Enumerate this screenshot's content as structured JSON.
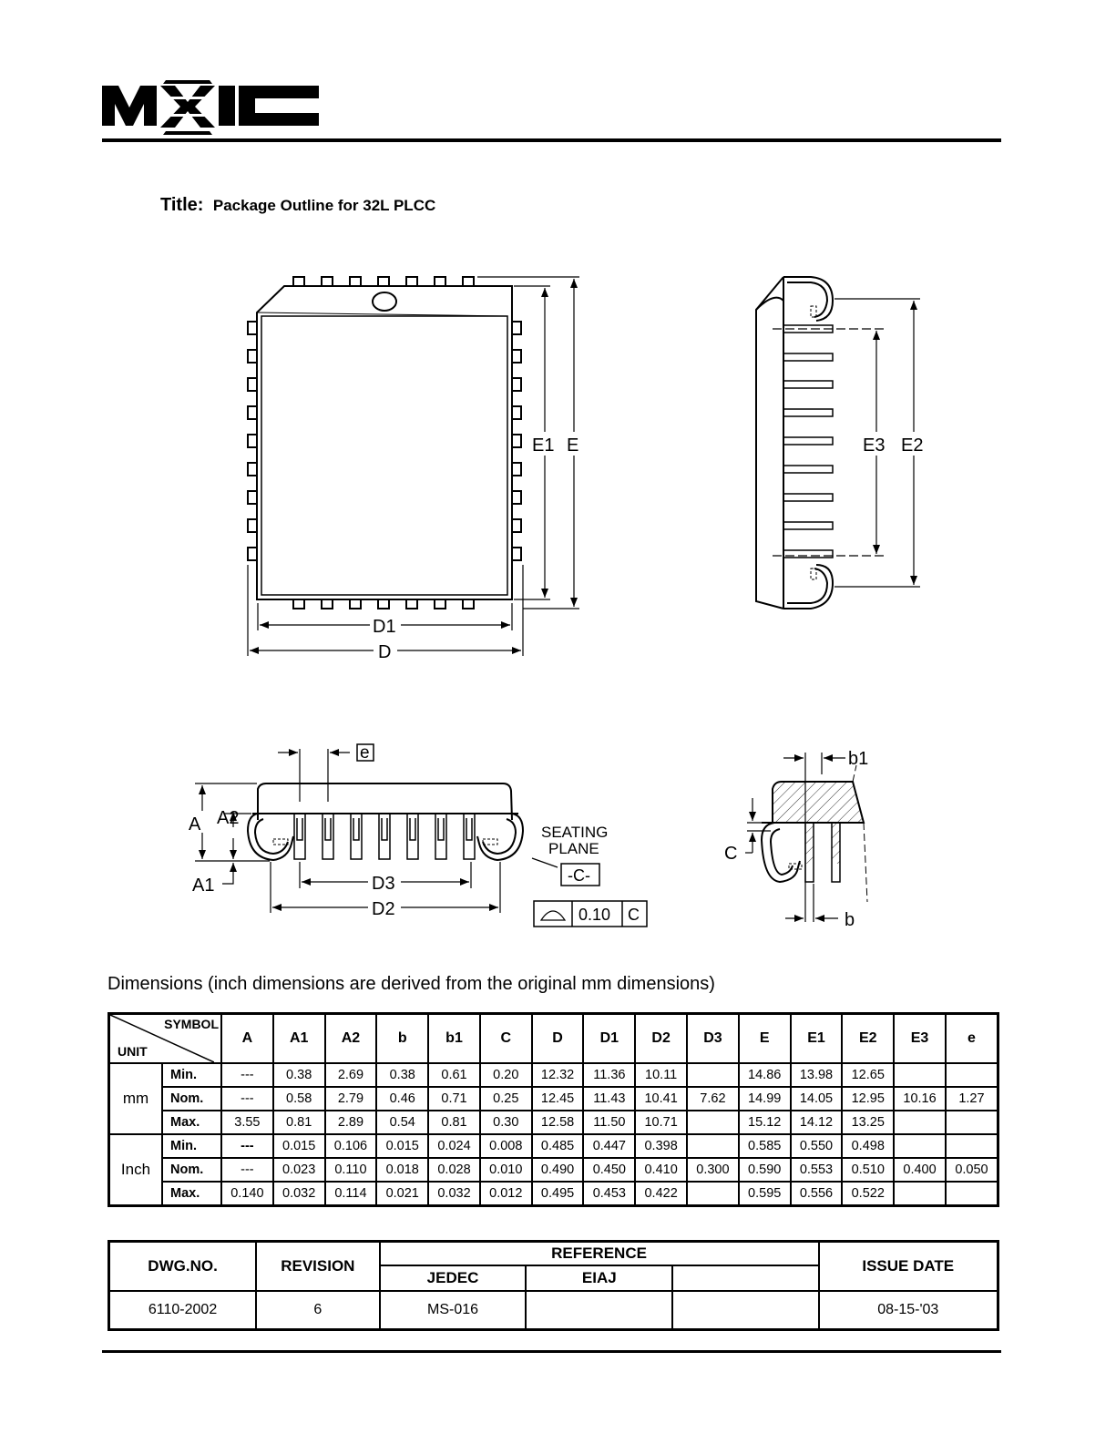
{
  "header": {
    "logo_text": "MXIC"
  },
  "title": {
    "label": "Title:",
    "text": "Package Outline for  32L PLCC"
  },
  "drawing": {
    "labels": {
      "E1": "E1",
      "E": "E",
      "D1": "D1",
      "D": "D",
      "E3": "E3",
      "E2": "E2",
      "e": "e",
      "A": "A",
      "A2": "A2",
      "A1": "A1",
      "D3": "D3",
      "D2": "D2",
      "seating1": "SEATING",
      "seating2": "PLANE",
      "datum": "-C-",
      "flatness": "0.10",
      "flat_ref": "C",
      "b1": "b1",
      "b": "b",
      "C": "C"
    }
  },
  "dimensions_note": "Dimensions (inch dimensions are derived from the original mm dimensions)",
  "dims_table": {
    "symbol_header": "SYMBOL",
    "unit_header": "UNIT",
    "columns": [
      "A",
      "A1",
      "A2",
      "b",
      "b1",
      "C",
      "D",
      "D1",
      "D2",
      "D3",
      "E",
      "E1",
      "E2",
      "E3",
      "e"
    ],
    "groups": [
      {
        "unit": "mm",
        "rows": [
          {
            "label": "Min.",
            "values": [
              "---",
              "0.38",
              "2.69",
              "0.38",
              "0.61",
              "0.20",
              "12.32",
              "11.36",
              "10.11",
              "",
              "14.86",
              "13.98",
              "12.65",
              "",
              ""
            ]
          },
          {
            "label": "Nom.",
            "values": [
              "---",
              "0.58",
              "2.79",
              "0.46",
              "0.71",
              "0.25",
              "12.45",
              "11.43",
              "10.41",
              "7.62",
              "14.99",
              "14.05",
              "12.95",
              "10.16",
              "1.27"
            ]
          },
          {
            "label": "Max.",
            "values": [
              "3.55",
              "0.81",
              "2.89",
              "0.54",
              "0.81",
              "0.30",
              "12.58",
              "11.50",
              "10.71",
              "",
              "15.12",
              "14.12",
              "13.25",
              "",
              ""
            ]
          }
        ]
      },
      {
        "unit": "Inch",
        "rows": [
          {
            "label": "Min.",
            "values": [
              "---",
              "0.015",
              "0.106",
              "0.015",
              "0.024",
              "0.008",
              "0.485",
              "0.447",
              "0.398",
              "",
              "0.585",
              "0.550",
              "0.498",
              "",
              ""
            ]
          },
          {
            "label": "Nom.",
            "values": [
              "---",
              "0.023",
              "0.110",
              "0.018",
              "0.028",
              "0.010",
              "0.490",
              "0.450",
              "0.410",
              "0.300",
              "0.590",
              "0.553",
              "0.510",
              "0.400",
              "0.050"
            ]
          },
          {
            "label": "Max.",
            "values": [
              "0.140",
              "0.032",
              "0.114",
              "0.021",
              "0.032",
              "0.012",
              "0.495",
              "0.453",
              "0.422",
              "",
              "0.595",
              "0.556",
              "0.522",
              "",
              ""
            ]
          }
        ]
      }
    ]
  },
  "dwg_table": {
    "dwg_no_label": "DWG.NO.",
    "revision_label": "REVISION",
    "reference_label": "REFERENCE",
    "jedec_label": "JEDEC",
    "eiaj_label": "EIAJ",
    "issue_date_label": "ISSUE DATE",
    "dwg_no": "6110-2002",
    "revision": "6",
    "jedec": "MS-016",
    "eiaj": "",
    "extra": "",
    "issue_date": "08-15-'03"
  }
}
